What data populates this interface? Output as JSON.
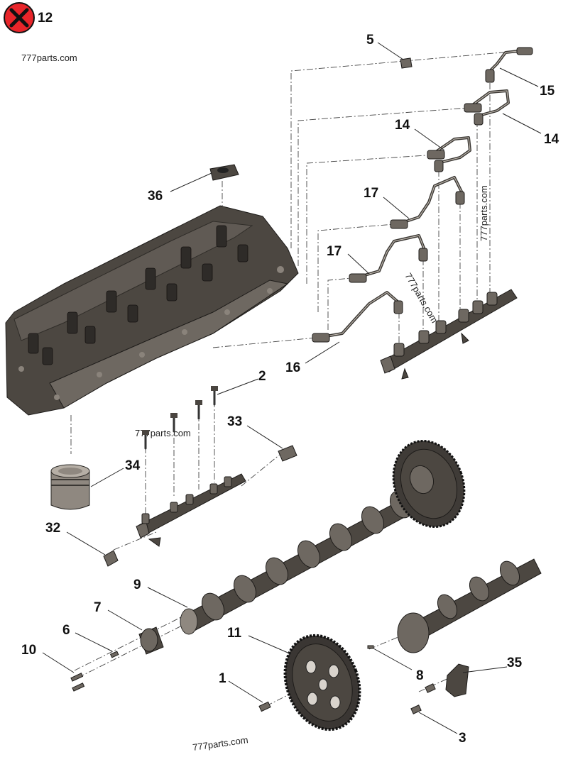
{
  "badge": {
    "label": "12",
    "icon": "close-x-icon",
    "color": "#e8252a"
  },
  "watermarks": [
    "777parts.com",
    "777parts.com",
    "777parts.com",
    "777parts.com",
    "777parts.com"
  ],
  "callouts": [
    {
      "id": "c5",
      "label": "5"
    },
    {
      "id": "c15",
      "label": "15"
    },
    {
      "id": "c14a",
      "label": "14"
    },
    {
      "id": "c14b",
      "label": "14"
    },
    {
      "id": "c36",
      "label": "36"
    },
    {
      "id": "c17a",
      "label": "17"
    },
    {
      "id": "c17b",
      "label": "17"
    },
    {
      "id": "c16",
      "label": "16"
    },
    {
      "id": "c2",
      "label": "2"
    },
    {
      "id": "c33",
      "label": "33"
    },
    {
      "id": "c34",
      "label": "34"
    },
    {
      "id": "c32",
      "label": "32"
    },
    {
      "id": "c9",
      "label": "9"
    },
    {
      "id": "c7",
      "label": "7"
    },
    {
      "id": "c6",
      "label": "6"
    },
    {
      "id": "c10",
      "label": "10"
    },
    {
      "id": "c11",
      "label": "11"
    },
    {
      "id": "c1",
      "label": "1"
    },
    {
      "id": "c8",
      "label": "8"
    },
    {
      "id": "c35",
      "label": "35"
    },
    {
      "id": "c3",
      "label": "3"
    }
  ]
}
